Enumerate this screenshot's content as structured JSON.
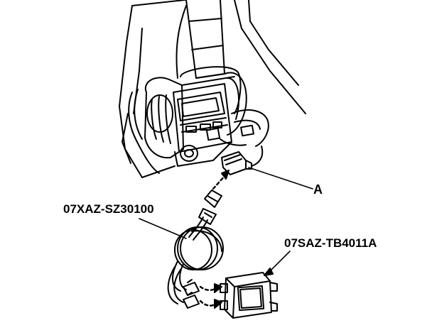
{
  "figure": {
    "callouts": {
      "connector": "A",
      "cable_part_number": "07XAZ-SZ30100",
      "module_part_number": "07SAZ-TB4011A"
    },
    "colors": {
      "line": "#000000",
      "background": "#ffffff"
    }
  }
}
